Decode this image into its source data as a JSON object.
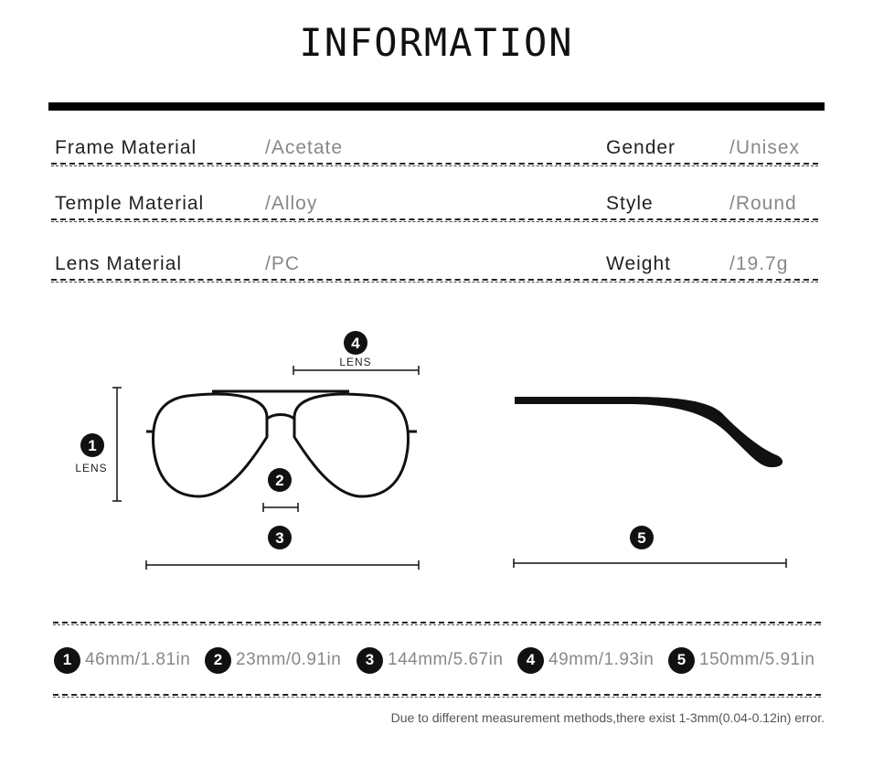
{
  "title": "INFORMATION",
  "specs": {
    "frame_material": {
      "label": "Frame Material",
      "value": "/Acetate"
    },
    "gender": {
      "label": "Gender",
      "value": "/Unisex"
    },
    "temple_material": {
      "label": "Temple Material",
      "value": "/Alloy"
    },
    "style": {
      "label": "Style",
      "value": "/Round"
    },
    "lens_material": {
      "label": "Lens Material",
      "value": "/PC"
    },
    "weight": {
      "label": "Weight",
      "value": "/19.7g"
    }
  },
  "diagram": {
    "marker1": "1",
    "marker1_label": "LENS",
    "marker2": "2",
    "marker3": "3",
    "marker4": "4",
    "marker4_label": "LENS",
    "marker5": "5"
  },
  "measurements": [
    {
      "num": "1",
      "text": "46mm/1.81in"
    },
    {
      "num": "2",
      "text": "23mm/0.91in"
    },
    {
      "num": "3",
      "text": "144mm/5.67in"
    },
    {
      "num": "4",
      "text": "49mm/1.93in"
    },
    {
      "num": "5",
      "text": "150mm/5.91in"
    }
  ],
  "note": "Due to different measurement methods,there exist 1-3mm(0.04-0.12in) error."
}
